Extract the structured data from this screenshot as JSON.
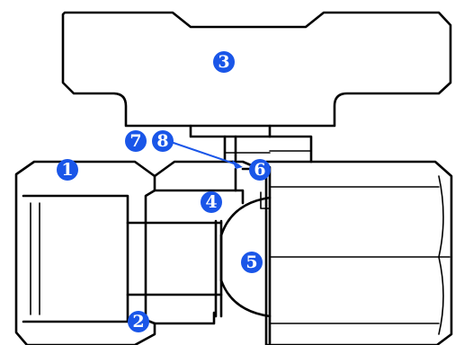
{
  "colors": {
    "marker": "#1a56e8",
    "ink": "#000000"
  },
  "markers": {
    "m1": "1",
    "m2": "2",
    "m3": "3",
    "m4": "4",
    "m5": "5",
    "m6": "6",
    "m7": "7",
    "m8": "8"
  }
}
